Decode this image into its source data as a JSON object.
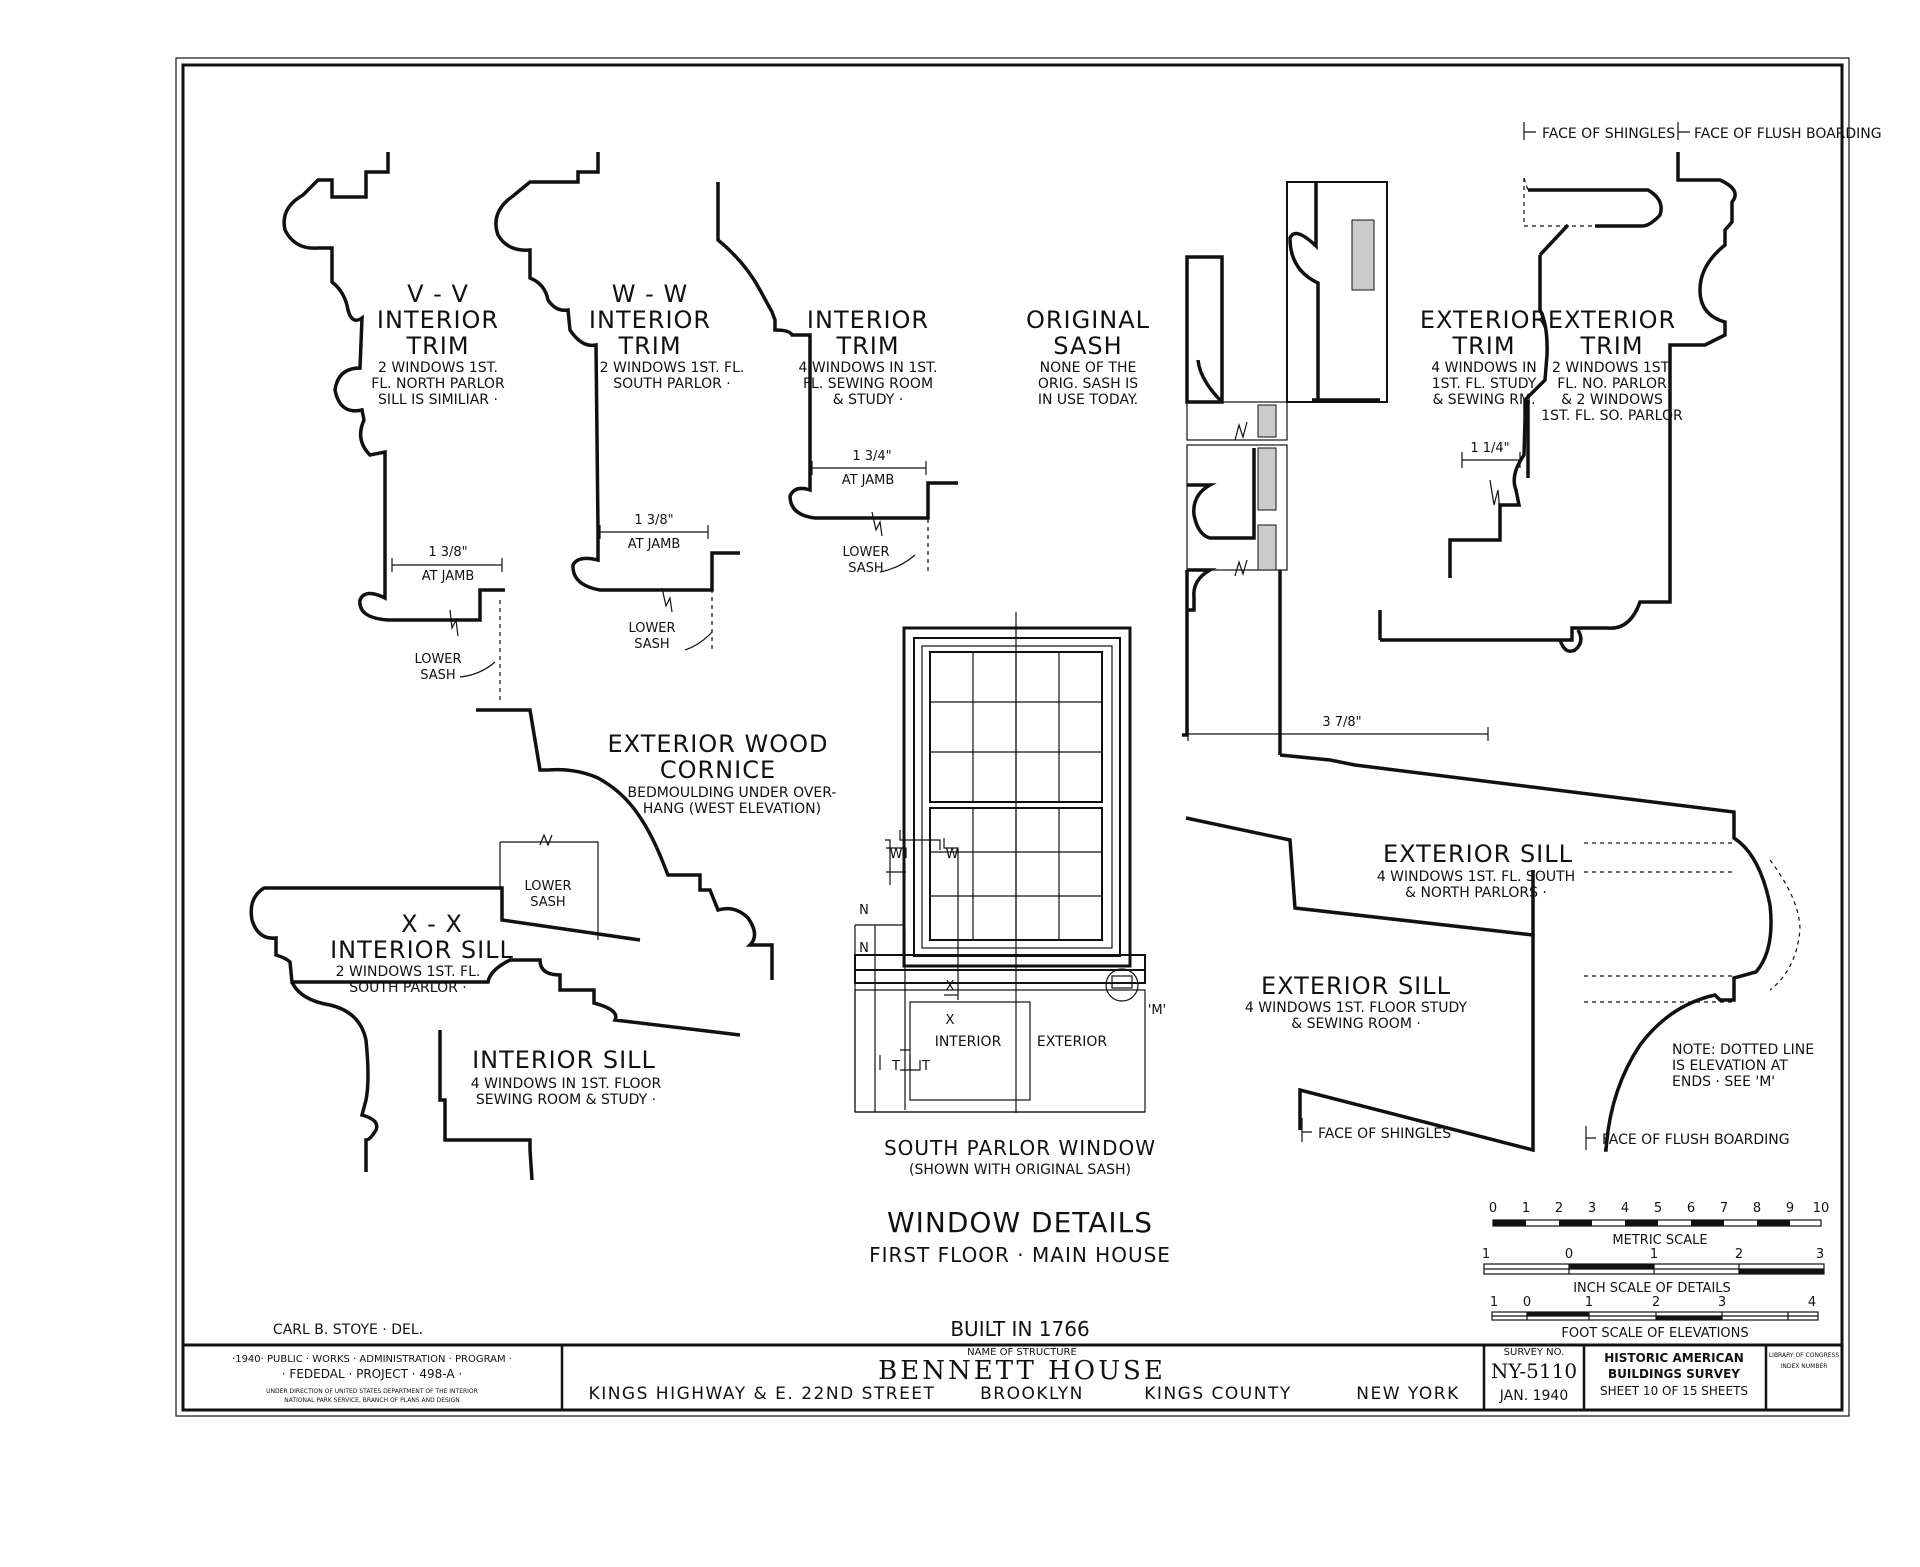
{
  "drawing": {
    "title": "WINDOW DETAILS",
    "subtitle": "FIRST FLOOR · MAIN HOUSE",
    "built": "BUILT IN 1766",
    "delineator": "CARL B. STOYE · DEL."
  },
  "details": {
    "vv": {
      "mark": "V - V",
      "title": "INTERIOR",
      "title2": "TRIM",
      "note1": "2 WINDOWS 1ST.",
      "note2": "FL. NORTH PARLOR",
      "note3": "SILL IS SIMILIAR ·",
      "dim": "1 3/8\"",
      "dim_label": "AT JAMB",
      "sash1": "LOWER",
      "sash2": "SASH"
    },
    "ww": {
      "mark": "W - W",
      "title": "INTERIOR",
      "title2": "TRIM",
      "note1": "2 WINDOWS 1ST. FL.",
      "note2": "SOUTH PARLOR ·",
      "dim": "1 3/8\"",
      "dim_label": "AT JAMB",
      "sash1": "LOWER",
      "sash2": "SASH"
    },
    "it4": {
      "title": "INTERIOR",
      "title2": "TRIM",
      "note1": "4 WINDOWS IN 1ST.",
      "note2": "FL. SEWING ROOM",
      "note3": "& STUDY ·",
      "dim": "1 3/4\"",
      "dim_label": "AT JAMB",
      "sash1": "LOWER",
      "sash2": "SASH"
    },
    "orig": {
      "title": "ORIGINAL",
      "title2": "SASH",
      "note1": "NONE OF THE",
      "note2": "ORIG. SASH IS",
      "note3": "IN USE TODAY.",
      "dim": "3 7/8\""
    },
    "et4": {
      "title": "EXTERIOR",
      "title2": "TRIM",
      "note1": "4 WINDOWS IN",
      "note2": "1ST. FL. STUDY",
      "note3": "& SEWING RM.",
      "dim": "1 1/4\""
    },
    "et2": {
      "title": "EXTERIOR",
      "title2": "TRIM",
      "note1": "2 WINDOWS 1ST.",
      "note2": "FL. NO. PARLOR",
      "note3": "& 2 WINDOWS",
      "note4": "1ST. FL. SO. PARLOR"
    },
    "face_shingles_top": "FACE OF SHINGLES",
    "face_flush_top": "FACE OF FLUSH BOARDING",
    "cornice": {
      "title": "EXTERIOR WOOD",
      "title2": "CORNICE",
      "note1": "BEDMOULDING UNDER OVER-",
      "note2": "HANG (WEST ELEVATION)"
    },
    "xx": {
      "mark": "X - X",
      "title": "INTERIOR SILL",
      "note1": "2 WINDOWS 1ST. FL.",
      "note2": "SOUTH PARLOR ·",
      "sash1": "LOWER",
      "sash2": "SASH"
    },
    "is4": {
      "title": "INTERIOR SILL",
      "note1": "4 WINDOWS IN 1ST. FLOOR",
      "note2": "SEWING ROOM & STUDY ·"
    },
    "window": {
      "title": "SOUTH PARLOR WINDOW",
      "note": "(SHOWN WITH ORIGINAL SASH)",
      "interior": "INTERIOR",
      "exterior": "EXTERIOR",
      "m": "'M'",
      "w": "W",
      "n": "N",
      "x": "X",
      "t": "T"
    },
    "es_south": {
      "title": "EXTERIOR SILL",
      "note1": "4 WINDOWS 1ST. FL. SOUTH",
      "note2": "& NORTH PARLORS ·"
    },
    "es_study": {
      "title": "EXTERIOR SILL",
      "note1": "4 WINDOWS 1ST. FLOOR STUDY",
      "note2": "& SEWING ROOM ·"
    },
    "face_shingles_bot": "FACE OF SHINGLES",
    "face_flush_bot": "FACE OF FLUSH BOARDING",
    "note_dotted": {
      "l1": "NOTE: DOTTED LINE",
      "l2": "IS ELEVATION AT",
      "l3": "ENDS · SEE 'M'"
    }
  },
  "scales": {
    "metric": {
      "label": "METRIC SCALE",
      "ticks": [
        "0",
        "1",
        "2",
        "3",
        "4",
        "5",
        "6",
        "7",
        "8",
        "9",
        "10"
      ]
    },
    "inch": {
      "label": "INCH SCALE OF DETAILS",
      "ticks": [
        "1",
        "0",
        "1",
        "2",
        "3"
      ]
    },
    "foot": {
      "label": "FOOT SCALE OF ELEVATIONS",
      "ticks": [
        "1",
        "0",
        "1",
        "2",
        "3",
        "4"
      ]
    }
  },
  "title_block": {
    "agency1": "·1940· PUBLIC · WORKS · ADMINISTRATION · PROGRAM ·",
    "agency2": "· FEDEDAL · PROJECT · 498-A ·",
    "agency3": "UNDER DIRECTION OF UNITED STATES DEPARTMENT OF THE INTERIOR",
    "agency4": "NATIONAL PARK SERVICE, BRANCH OF PLANS AND DESIGN",
    "name_label": "NAME OF STRUCTURE",
    "name": "BENNETT HOUSE",
    "address": "KINGS HIGHWAY & E. 22ND STREET",
    "city": "BROOKLYN",
    "county": "KINGS COUNTY",
    "state": "NEW YORK",
    "survey_label": "SURVEY NO.",
    "survey_no": "NY-5110",
    "date": "JAN. 1940",
    "habs1": "HISTORIC AMERICAN",
    "habs2": "BUILDINGS SURVEY",
    "sheet": "SHEET 10 OF 15 SHEETS",
    "loc1": "LIBRARY OF CONGRESS",
    "loc2": "INDEX NUMBER"
  }
}
